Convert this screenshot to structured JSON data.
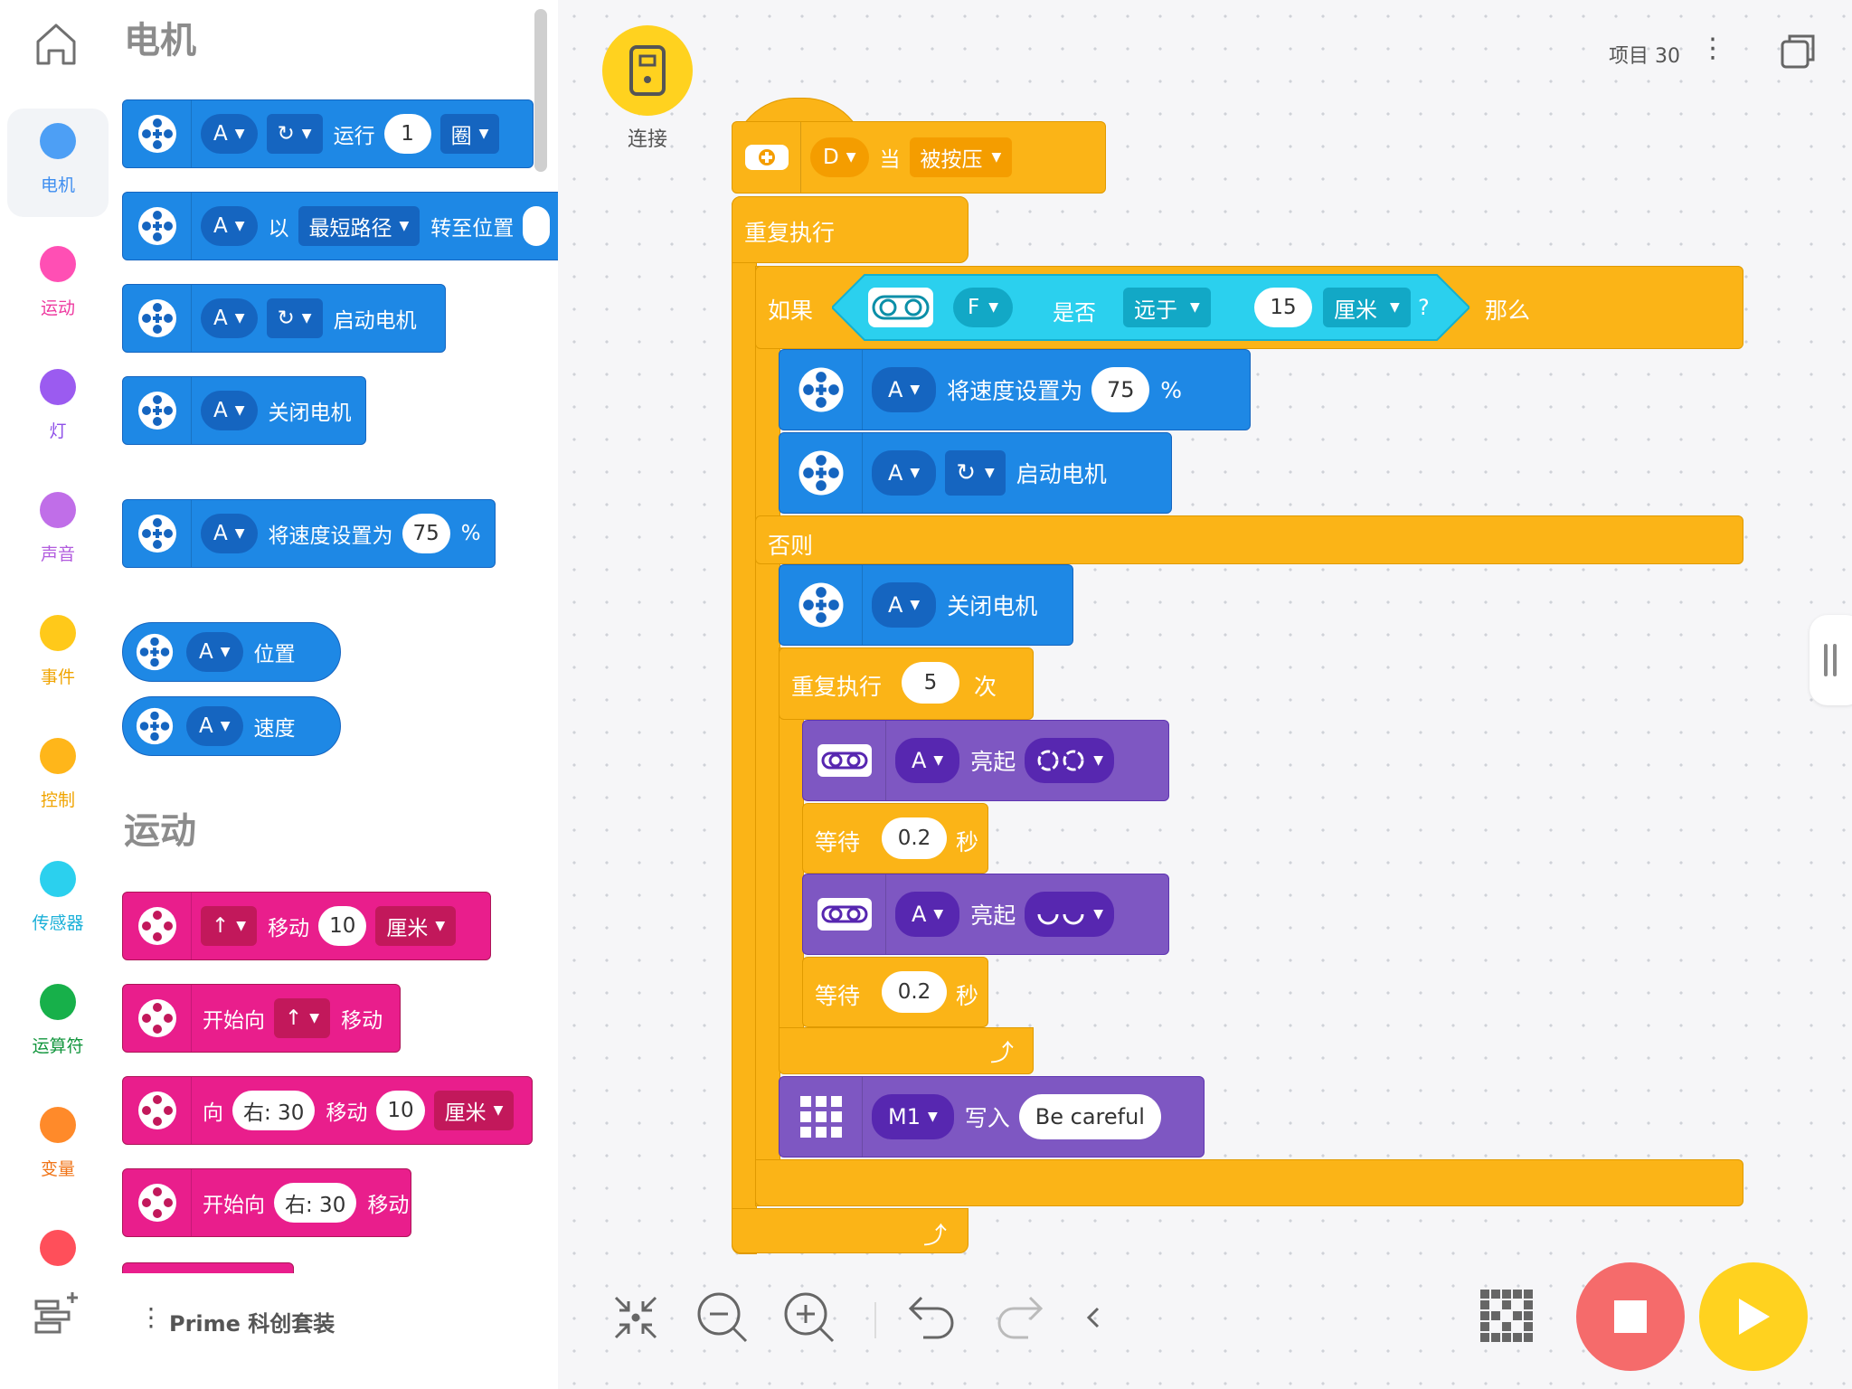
{
  "categories": [
    {
      "label": "电机",
      "color": "#4d9ff5",
      "label_color": "#3f8ef0"
    },
    {
      "label": "运动",
      "color": "#ff4fb4",
      "label_color": "#ee3aa0"
    },
    {
      "label": "灯",
      "color": "#9b5bf0",
      "label_color": "#8e4fe8"
    },
    {
      "label": "声音",
      "color": "#c06ee8",
      "label_color": "#b25cde"
    },
    {
      "label": "事件",
      "color": "#ffc91a",
      "label_color": "#f0a400"
    },
    {
      "label": "控制",
      "color": "#ffb61a",
      "label_color": "#f0a400"
    },
    {
      "label": "传感器",
      "color": "#2bd0ee",
      "label_color": "#1bb0d8"
    },
    {
      "label": "运算符",
      "color": "#17b04a",
      "label_color": "#12963d"
    },
    {
      "label": "变量",
      "color": "#ff8a2a",
      "label_color": "#f07417"
    },
    {
      "label": "",
      "color": "#ff4f5a",
      "label_color": "#ff4f5a"
    }
  ],
  "palette": {
    "motor_title": "电机",
    "move_title": "运动",
    "footer_label": "Prime 科创套装",
    "b1": {
      "port": "A",
      "run": "运行",
      "value": "1",
      "unit": "圈"
    },
    "b2": {
      "port": "A",
      "with": "以",
      "path": "最短路径",
      "goto": "转至位置"
    },
    "b3": {
      "port": "A",
      "start": "启动电机"
    },
    "b4": {
      "port": "A",
      "stop": "关闭电机"
    },
    "b5": {
      "port": "A",
      "set": "将速度设置为",
      "value": "75",
      "pct": "%"
    },
    "b6": {
      "port": "A",
      "label": "位置"
    },
    "b7": {
      "port": "A",
      "label": "速度"
    },
    "m1": {
      "dir": "↑",
      "move": "移动",
      "value": "10",
      "unit": "厘米"
    },
    "m2": {
      "start": "开始向",
      "dir": "↑",
      "move": "移动"
    },
    "m3": {
      "to": "向",
      "steer": "右: 30",
      "move": "移动",
      "value": "10",
      "unit": "厘米"
    },
    "m4": {
      "start": "开始向",
      "steer": "右: 30",
      "move": "移动"
    }
  },
  "header": {
    "connect": "连接",
    "project": "项目 30"
  },
  "program": {
    "hat": {
      "port": "D",
      "when": "当",
      "event": "被按压"
    },
    "forever": "重复执行",
    "if": {
      "label": "如果",
      "port": "F",
      "is": "是否",
      "cmp": "远于",
      "value": "15",
      "unit": "厘米",
      "q": "?",
      "then": "那么"
    },
    "speed": {
      "port": "A",
      "set": "将速度设置为",
      "value": "75",
      "pct": "%"
    },
    "start": {
      "port": "A",
      "label": "启动电机"
    },
    "else": "否则",
    "stop": {
      "port": "A",
      "label": "关闭电机"
    },
    "repeat": {
      "label": "重复执行",
      "value": "5",
      "times": "次"
    },
    "light1": {
      "port": "A",
      "label": "亮起"
    },
    "wait1": {
      "label": "等待",
      "value": "0.2",
      "sec": "秒"
    },
    "light2": {
      "port": "A",
      "label": "亮起"
    },
    "wait2": {
      "label": "等待",
      "value": "0.2",
      "sec": "秒"
    },
    "write": {
      "port": "M1",
      "label": "写入",
      "text": "Be careful"
    }
  }
}
